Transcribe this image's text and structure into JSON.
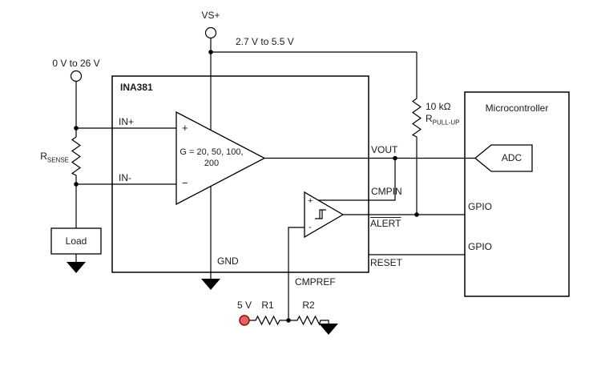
{
  "terminals": {
    "vs": "VS+",
    "supply_range": "2.7 V to 5.5 V",
    "input_range": "0 V to 26 V",
    "v5": "5 V"
  },
  "ina381": {
    "name": "INA381",
    "pins": {
      "in_plus": "IN+",
      "in_minus": "IN-",
      "gnd": "GND",
      "vout": "VOUT",
      "cmpin": "CMPIN",
      "alert": "ALERT",
      "reset": "RESET",
      "cmpref": "CMPREF"
    },
    "amp": {
      "gain": "G = 20, 50, 100, 200",
      "plus": "+",
      "minus": "−"
    },
    "comparator": {
      "plus": "+",
      "minus": "-"
    }
  },
  "components": {
    "rsense": {
      "ref": "R",
      "sub": "SENSE"
    },
    "rpullup": {
      "value": "10 kΩ",
      "ref": "R",
      "sub": "PULL-UP"
    },
    "r1": "R1",
    "r2": "R2",
    "load": "Load"
  },
  "microcontroller": {
    "name": "Microcontroller",
    "adc": "ADC",
    "gpio_alert": "GPIO",
    "gpio_reset": "GPIO"
  },
  "colors": {
    "wire": "#000000",
    "v5_fill": "#e06666",
    "v5_stroke": "#990000"
  }
}
